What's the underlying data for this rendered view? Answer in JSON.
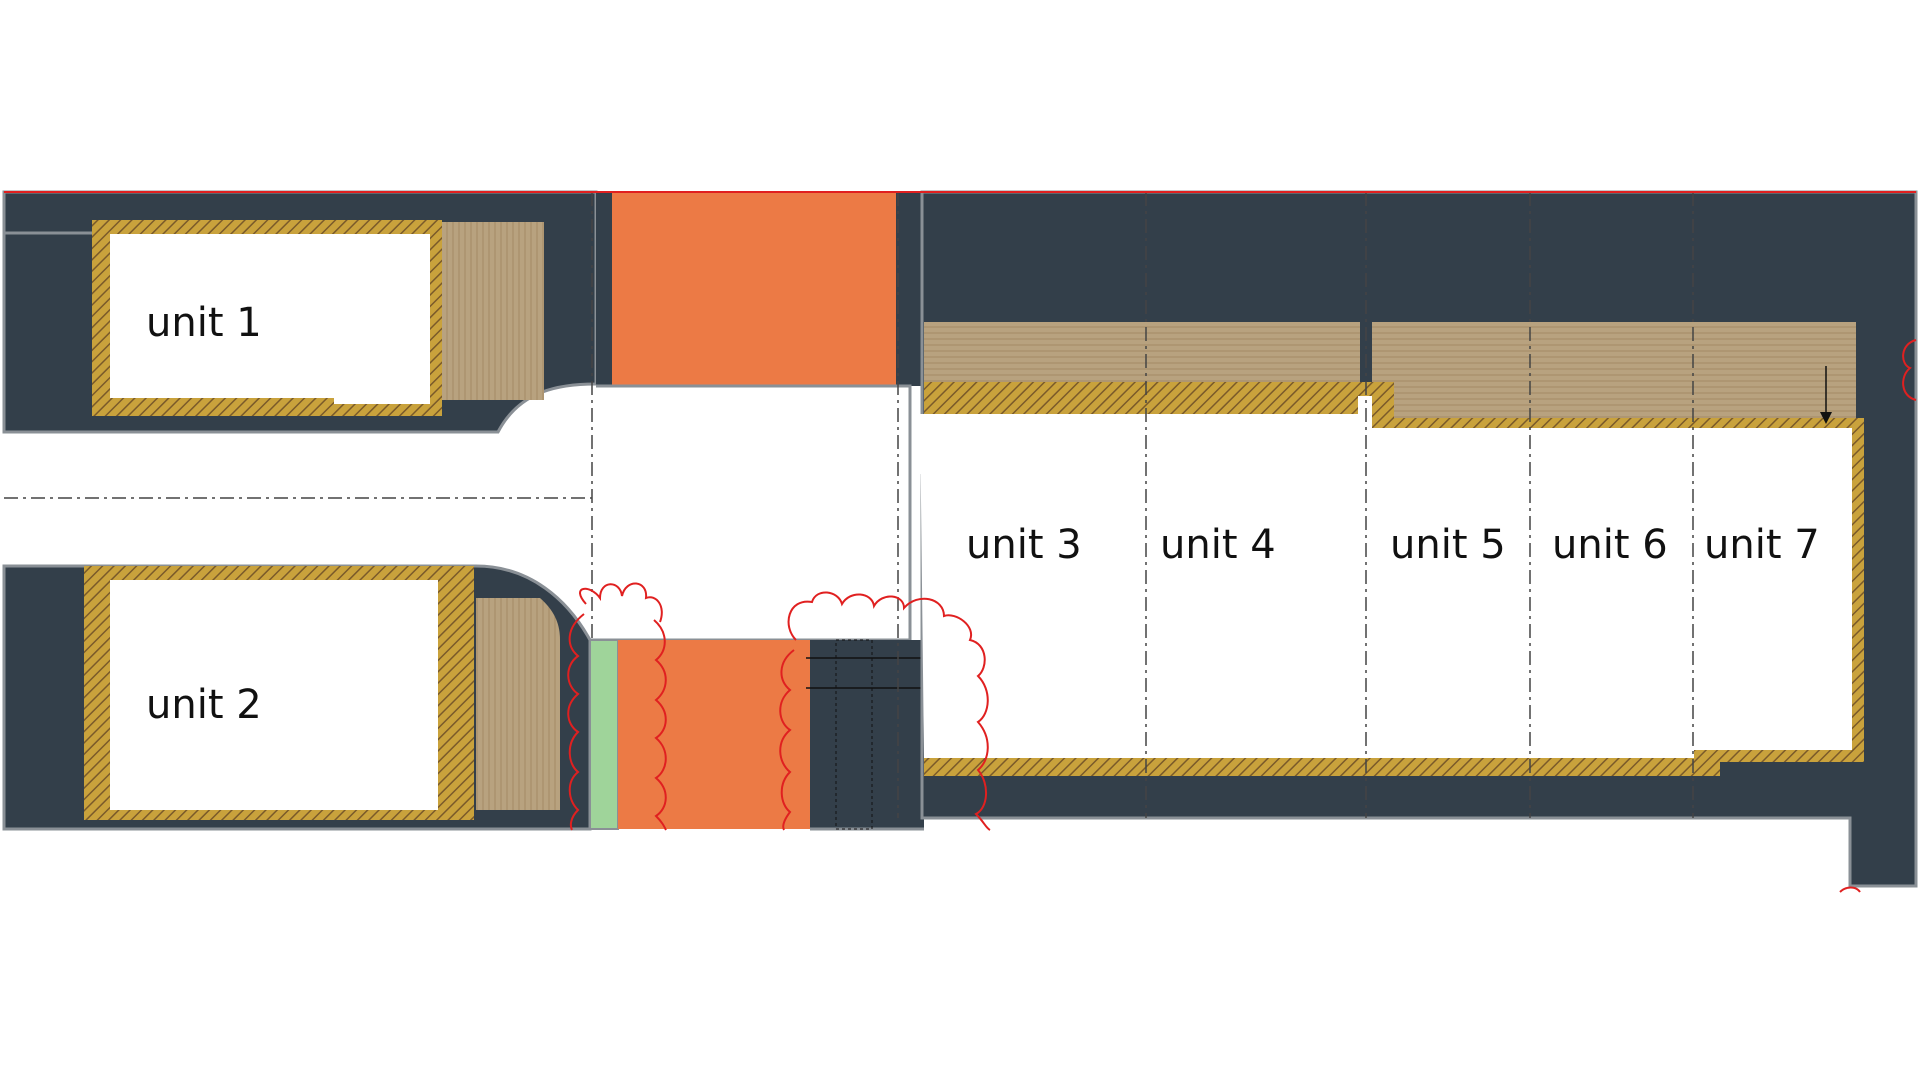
{
  "units": [
    {
      "id": "unit-1",
      "label": "unit 1"
    },
    {
      "id": "unit-2",
      "label": "unit 2"
    },
    {
      "id": "unit-3",
      "label": "unit 3"
    },
    {
      "id": "unit-4",
      "label": "unit 4"
    },
    {
      "id": "unit-5",
      "label": "unit 5"
    },
    {
      "id": "unit-6",
      "label": "unit 6"
    },
    {
      "id": "unit-7",
      "label": "unit 7"
    }
  ],
  "colors": {
    "paving": "#333f4a",
    "paving_edge": "#8a9096",
    "orange_zone": "#ec7a45",
    "green_strip": "#9fd49a",
    "timber_deck": "#b8a27f",
    "hatch_base": "#c9a23c",
    "hatch_line": "#7a5a2a",
    "boundary_line": "#e02020",
    "dash_line": "#444444",
    "unit_fill": "#ffffff",
    "label_text": "#111111"
  },
  "icons": [
    "tree-canopy-cloud",
    "section-arrow"
  ]
}
